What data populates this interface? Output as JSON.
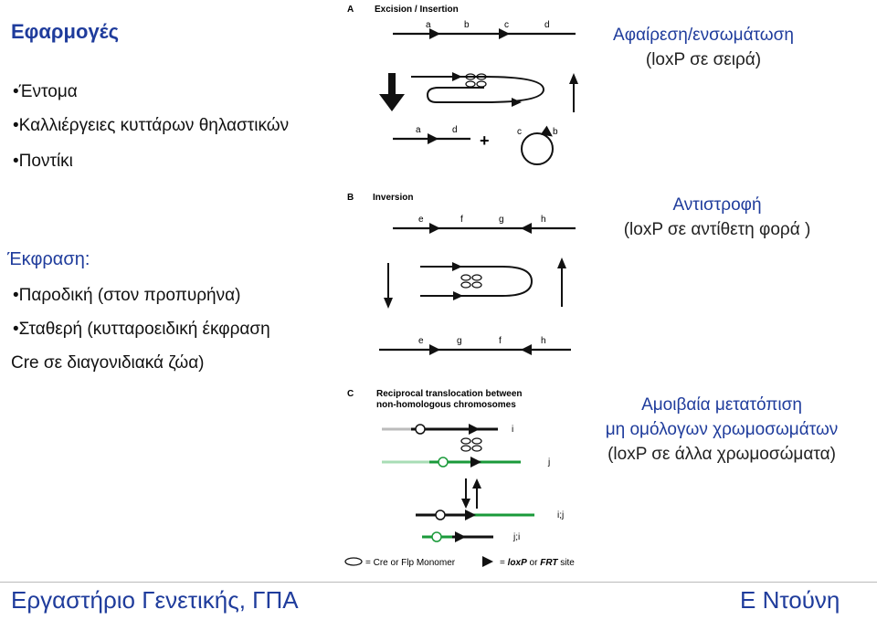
{
  "left": {
    "title": "Εφαρμογές",
    "items": [
      "•Έντομα",
      "•Καλλιέργειες κυττάρων θηλαστικών",
      "•Ποντίκι"
    ],
    "expression_title": "Έκφραση:",
    "expression_items": [
      "•Παροδική (στον προπυρήνα)",
      "•Σταθερή (κυτταροειδική έκφραση",
      "Cre σε διαγονιδιακά ζώα)"
    ]
  },
  "right": {
    "excision": [
      "Αφαίρεση/ενσωμάτωση",
      "(loxP σε σειρά)"
    ],
    "inversion": [
      "Αντιστροφή",
      "(loxP σε αντίθετη φορά )"
    ],
    "translocation": [
      "Αμοιβαία μετατόπιση",
      "μη ομόλογων χρωμοσωμάτων",
      "(loxP σε άλλα χρωμοσώματα)"
    ]
  },
  "figure": {
    "panel_a": {
      "letter": "A",
      "title": "Excision / Insertion",
      "top_labels": [
        "a",
        "b",
        "c",
        "d"
      ],
      "bottom_labels": [
        "a",
        "d",
        "+",
        "c",
        "b"
      ]
    },
    "panel_b": {
      "letter": "B",
      "title": "Inversion",
      "top_labels": [
        "e",
        "f",
        "g",
        "h"
      ],
      "bottom_labels": [
        "e",
        "g",
        "f",
        "h"
      ]
    },
    "panel_c": {
      "letter": "C",
      "title_lines": [
        "Reciprocal translocation between",
        "non-homologous chromosomes"
      ],
      "labels": [
        "i",
        "j",
        "i;j",
        "j;i"
      ]
    },
    "legend": {
      "monomer": "= Cre or Flp Monomer",
      "site_prefix": "=",
      "site_a": "loxP",
      "site_or": "or",
      "site_b": "FRT",
      "site_suffix": "site"
    },
    "colors": {
      "line": "#111111",
      "green": "#1a9a3a"
    }
  },
  "footer": {
    "left": "Εργαστήριο Γενετικής, ΓΠΑ",
    "right": "Ε Ντούνη"
  }
}
